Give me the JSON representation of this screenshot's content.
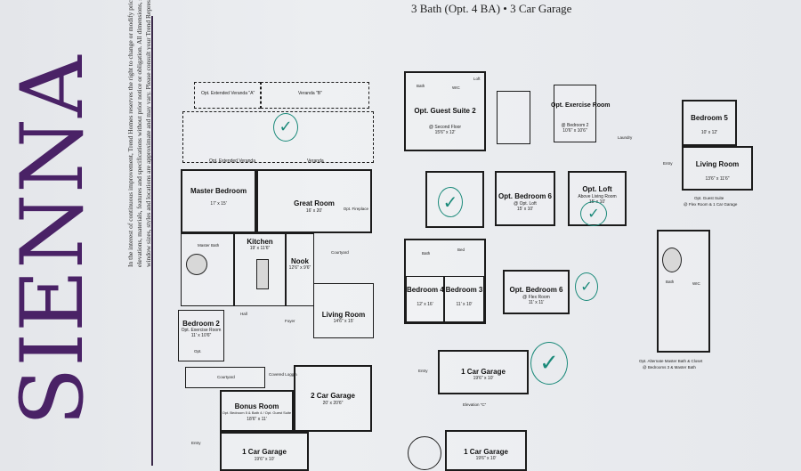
{
  "header": {
    "title": "3 Bath (Opt. 4 BA) • 3 Car Garage"
  },
  "brand": {
    "name": "SIENNA"
  },
  "disclaimer": "In the interest of continuous improvement, Trend Homes reserves the right to change or modify pricing, floorplans, elevations, materials, features and specifications without prior notice or obligation. All dimensions, square footages, window sizes, styles and locations are approximate and may vary. Please consult your Trend Representative for details.",
  "main_plan": {
    "veranda_a": "Opt. Extended Veranda \"A\"",
    "veranda_b": "Veranda \"B\"",
    "ext_veranda": "Opt. Extended Veranda",
    "veranda": "Veranda",
    "master": {
      "name": "Master Bedroom",
      "dim": "17' x 15'"
    },
    "great_room": {
      "name": "Great Room",
      "dim": "16' x 20'"
    },
    "fireplace": "Opt. Fireplace",
    "kitchen": {
      "name": "Kitchen",
      "dim": "19' x 11'6\""
    },
    "nook": {
      "name": "Nook",
      "dim": "12'6\" x 9'6\""
    },
    "courtyard": "Courtyard",
    "master_bath": "Master Bath",
    "bedroom2": {
      "name": "Bedroom 2",
      "sub": "Opt. Exercise Room",
      "dim": "11' x 10'6\""
    },
    "living_room": {
      "name": "Living Room",
      "dim": "14'6\" x 15'"
    },
    "foyer": "Foyer",
    "hall": "Hall",
    "opt": "Opt.",
    "courtyard2": "Courtyard",
    "covered_loggia": "Covered Loggia",
    "two_car": {
      "name": "2 Car Garage",
      "dim": "20' x 20'6\""
    },
    "bonus_room": {
      "name": "Bonus Room",
      "sub": "Opt. Bedroom 5 & Bath 4 / Opt. Guest Suite",
      "dim": "18'6\" x 11'"
    },
    "one_car": {
      "name": "1 Car Garage",
      "dim": "19'6\" x 10'"
    },
    "entry": "Entry"
  },
  "options": {
    "guest_suite2": {
      "name": "Opt. Guest Suite 2",
      "sub": "@ Second Floor",
      "dim": "15'6\" x 12'"
    },
    "bath": "Bath",
    "wic": "WIC",
    "loft": "Loft",
    "exercise": {
      "name": "Opt. Exercise Room",
      "sub": "@ Bedroom 2",
      "dim": "10'6\" x 10'6\""
    },
    "laundry": "Laundry",
    "bedroom6": {
      "name": "Opt. Bedroom 6",
      "sub": "@ Opt. Loft",
      "dim": "15' x 10'"
    },
    "opt_loft": {
      "name": "Opt. Loft",
      "sub": "Above Living Room",
      "dim": "15' x 10'"
    },
    "bedroom4": {
      "name": "Bedroom 4",
      "dim": "12' x 16'"
    },
    "bedroom3": {
      "name": "Bedroom 3",
      "dim": "11' x 10'"
    },
    "bedroom6b": {
      "name": "Opt. Bedroom 6",
      "sub": "@ Flex Room",
      "dim": "11' x 11'"
    },
    "bath2": "Bath",
    "bed": "Bed",
    "garage1": {
      "name": "1 Car Garage",
      "dim": "19'6\" x 10'"
    },
    "garage1b": {
      "name": "1 Car Garage",
      "dim": "19'6\" x 10'"
    },
    "elevation": "Elevation \"C\"",
    "entry": "Entry",
    "bedroom5": {
      "name": "Bedroom 5",
      "dim": "10' x 12'"
    },
    "living_room2": {
      "name": "Living Room",
      "dim": "13'6\" x 11'6\""
    },
    "guest_suite": {
      "name": "Opt. Guest Suite",
      "sub": "@ Flex Room & 1 Car Garage"
    },
    "alt_bath": {
      "name": "Opt. Alternate Master Bath & Closet",
      "sub": "@ Bedrooms 3 & Master Bath"
    },
    "bath3": "Bath",
    "wic2": "WIC"
  }
}
